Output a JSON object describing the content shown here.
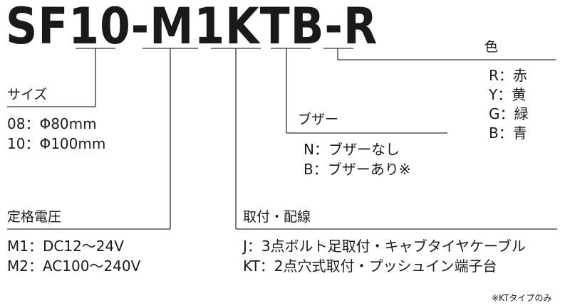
{
  "model_code": "SF10-M1KTB-R",
  "sections": {
    "size": {
      "title": "サイズ",
      "options": [
        "08：Φ80mm",
        "10：Φ100mm"
      ]
    },
    "voltage": {
      "title": "定格電圧",
      "options": [
        "M1：DC12〜24V",
        "M2：AC100〜240V"
      ]
    },
    "mounting": {
      "title": "取付・配線",
      "options": [
        "J：3点ボルト足取付・キャブタイヤケーブル",
        "KT：2点穴式取付・プッシュイン端子台"
      ]
    },
    "buzzer": {
      "title": "ブザー",
      "options": [
        "N：ブザーなし",
        "B：ブザーあり※"
      ]
    },
    "color": {
      "title": "色",
      "options": [
        "R：赤",
        "Y：黄",
        "G：緑",
        "B：青"
      ]
    }
  },
  "footnote": "※KTタイプのみ"
}
